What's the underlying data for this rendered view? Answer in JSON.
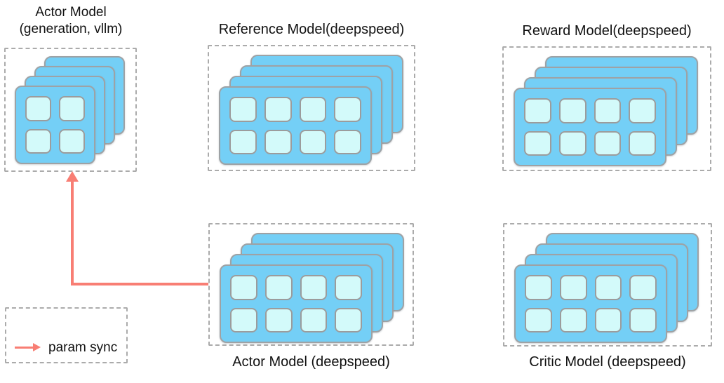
{
  "colors": {
    "card_fill": "#74CFF6",
    "cell_fill": "#D3FAFA",
    "card_border": "#9EA2A5",
    "cell_border": "#9C9C9C",
    "box_border": "#ABABAB",
    "arrow": "#F87E74",
    "text": "#111111",
    "background": "#FFFFFF"
  },
  "legend": {
    "label": "param sync"
  },
  "param_sync_arrow": {
    "from": "Actor Model (deepspeed)",
    "to": "Actor Model (generation, vllm)"
  },
  "groups": [
    {
      "id": "actor-model-generation-vllm",
      "title_lines": [
        "Actor Model",
        "(generation, vllm)"
      ],
      "stack": {
        "layers": 4,
        "grid_rows": 2,
        "grid_cols": 2
      }
    },
    {
      "id": "reference-model-deepspeed",
      "title_lines": [
        "Reference Model(deepspeed)"
      ],
      "stack": {
        "layers": 4,
        "grid_rows": 2,
        "grid_cols": 4
      }
    },
    {
      "id": "reward-model-deepspeed",
      "title_lines": [
        "Reward Model(deepspeed)"
      ],
      "stack": {
        "layers": 4,
        "grid_rows": 2,
        "grid_cols": 4
      }
    },
    {
      "id": "actor-model-deepspeed",
      "title_lines": [
        "Actor Model (deepspeed)"
      ],
      "stack": {
        "layers": 4,
        "grid_rows": 2,
        "grid_cols": 4
      }
    },
    {
      "id": "critic-model-deepspeed",
      "title_lines": [
        "Critic Model (deepspeed)"
      ],
      "stack": {
        "layers": 4,
        "grid_rows": 2,
        "grid_cols": 4
      }
    }
  ]
}
